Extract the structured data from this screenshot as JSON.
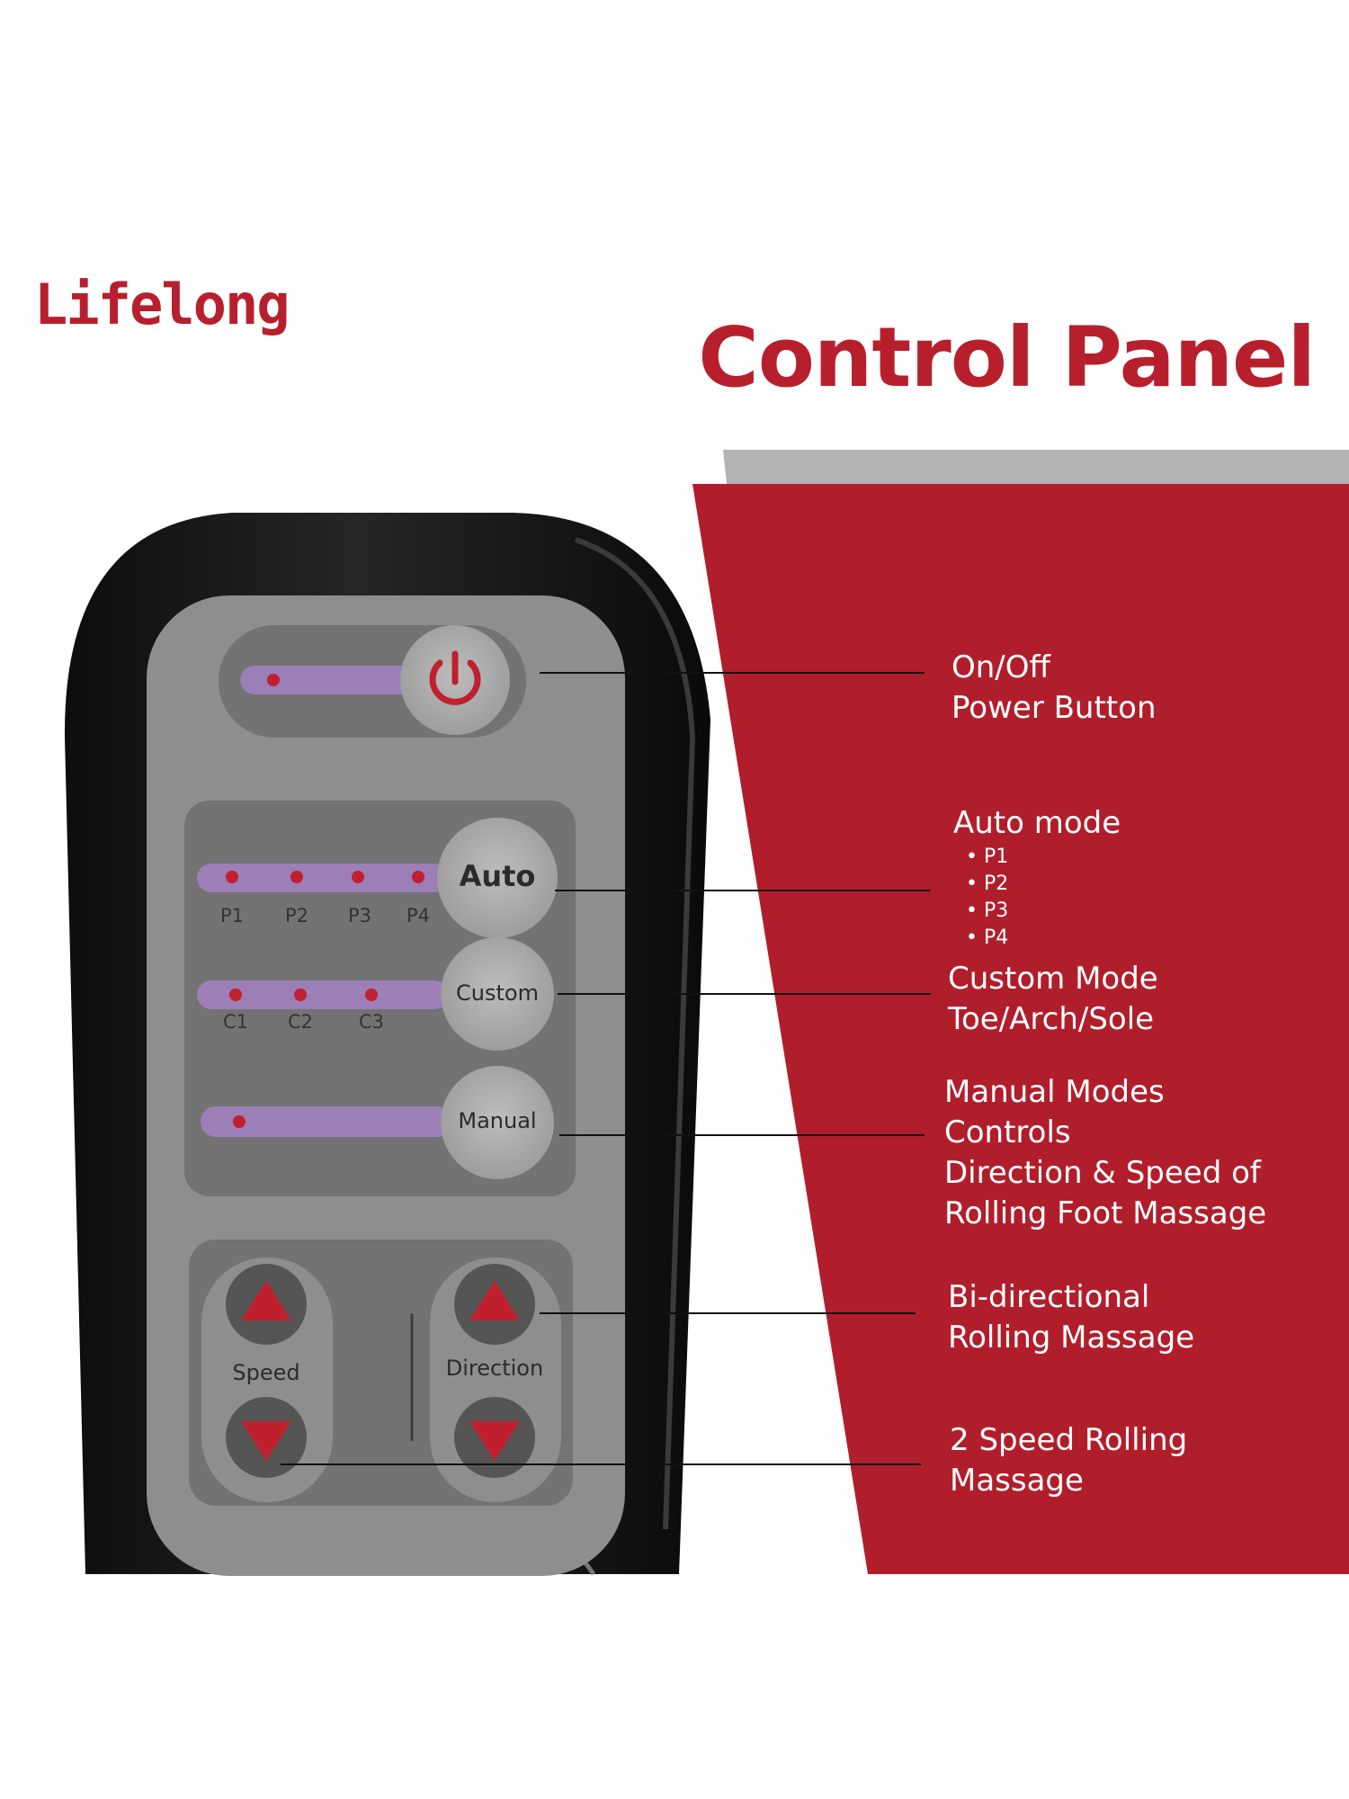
{
  "brand": {
    "logo_text": "Lifelong"
  },
  "title": "Control Panel",
  "colors": {
    "brand_red": "#b81f2c",
    "panel_gray": "#8e8e8e",
    "led_purple": "#9b7fb6",
    "led_dot": "#c0202e",
    "device_black": "#1a1a1a"
  },
  "panel": {
    "power": {
      "icon": "power-icon"
    },
    "auto": {
      "label": "Auto",
      "leds": [
        "P1",
        "P2",
        "P3",
        "P4"
      ]
    },
    "custom": {
      "label": "Custom",
      "leds": [
        "C1",
        "C2",
        "C3"
      ]
    },
    "manual": {
      "label": "Manual"
    },
    "speed": {
      "label": "Speed",
      "up_icon": "arrow-up-icon",
      "down_icon": "arrow-down-icon"
    },
    "direction": {
      "label": "Direction",
      "up_icon": "arrow-up-icon",
      "down_icon": "arrow-down-icon"
    }
  },
  "callouts": {
    "power": {
      "line1": "On/Off",
      "line2": "Power Button"
    },
    "auto": {
      "heading": "Auto mode",
      "items": [
        "• P1",
        "• P2",
        "• P3",
        "• P4"
      ]
    },
    "custom": {
      "line1": "Custom Mode",
      "line2": "Toe/Arch/Sole"
    },
    "manual": {
      "line1": "Manual Modes",
      "line2": "Controls",
      "line3": "Direction & Speed of",
      "line4": "Rolling Foot Massage"
    },
    "bidirectional": {
      "line1": "Bi-directional",
      "line2": "Rolling Massage"
    },
    "speed": {
      "line1": "2 Speed Rolling",
      "line2": "Massage"
    }
  }
}
